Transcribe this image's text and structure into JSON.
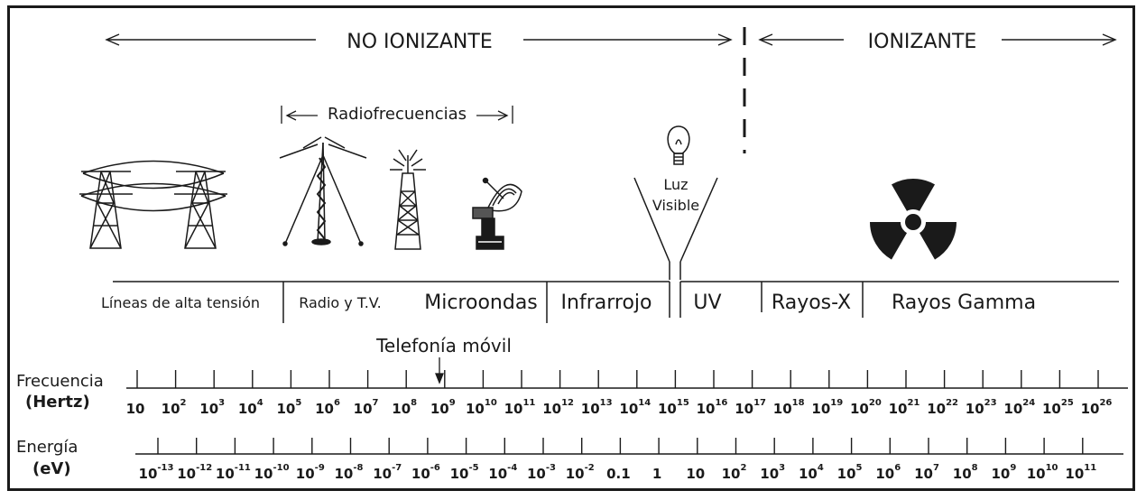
{
  "header": {
    "non_ionizing": "NO IONIZANTE",
    "ionizing": "IONIZANTE",
    "radiofrequencies": "Radiofrecuencias",
    "visible_light": [
      "Luz",
      "Visible"
    ]
  },
  "bands": [
    {
      "label": "Líneas de alta tensión"
    },
    {
      "label": "Radio y T.V."
    },
    {
      "label": "Microondas"
    },
    {
      "label": "Infrarrojo"
    },
    {
      "label": "UV"
    },
    {
      "label": "Rayos-X"
    },
    {
      "label": "Rayos Gamma"
    }
  ],
  "mobile_label": "Telefonía móvil",
  "frequency": {
    "label_line1": "Frecuencia",
    "label_line2": "(Hertz)",
    "ticks": [
      {
        "base": "10",
        "exp": ""
      },
      {
        "base": "10",
        "exp": "2"
      },
      {
        "base": "10",
        "exp": "3"
      },
      {
        "base": "10",
        "exp": "4"
      },
      {
        "base": "10",
        "exp": "5"
      },
      {
        "base": "10",
        "exp": "6"
      },
      {
        "base": "10",
        "exp": "7"
      },
      {
        "base": "10",
        "exp": "8"
      },
      {
        "base": "10",
        "exp": "9"
      },
      {
        "base": "10",
        "exp": "10"
      },
      {
        "base": "10",
        "exp": "11"
      },
      {
        "base": "10",
        "exp": "12"
      },
      {
        "base": "10",
        "exp": "13"
      },
      {
        "base": "10",
        "exp": "14"
      },
      {
        "base": "10",
        "exp": "15"
      },
      {
        "base": "10",
        "exp": "16"
      },
      {
        "base": "10",
        "exp": "17"
      },
      {
        "base": "10",
        "exp": "18"
      },
      {
        "base": "10",
        "exp": "19"
      },
      {
        "base": "10",
        "exp": "20"
      },
      {
        "base": "10",
        "exp": "21"
      },
      {
        "base": "10",
        "exp": "22"
      },
      {
        "base": "10",
        "exp": "23"
      },
      {
        "base": "10",
        "exp": "24"
      },
      {
        "base": "10",
        "exp": "25"
      },
      {
        "base": "10",
        "exp": "26"
      }
    ]
  },
  "energy": {
    "label_line1": "Energía",
    "label_line2": "(eV)",
    "ticks": [
      {
        "base": "10",
        "exp": "-13"
      },
      {
        "base": "10",
        "exp": "-12"
      },
      {
        "base": "10",
        "exp": "-11"
      },
      {
        "base": "10",
        "exp": "-10"
      },
      {
        "base": "10",
        "exp": "-9"
      },
      {
        "base": "10",
        "exp": "-8"
      },
      {
        "base": "10",
        "exp": "-7"
      },
      {
        "base": "10",
        "exp": "-6"
      },
      {
        "base": "10",
        "exp": "-5"
      },
      {
        "base": "10",
        "exp": "-4"
      },
      {
        "base": "10",
        "exp": "-3"
      },
      {
        "base": "10",
        "exp": "-2"
      },
      {
        "base": "0.1",
        "exp": ""
      },
      {
        "base": "1",
        "exp": ""
      },
      {
        "base": "10",
        "exp": ""
      },
      {
        "base": "10",
        "exp": "2"
      },
      {
        "base": "10",
        "exp": "3"
      },
      {
        "base": "10",
        "exp": "4"
      },
      {
        "base": "10",
        "exp": "5"
      },
      {
        "base": "10",
        "exp": "6"
      },
      {
        "base": "10",
        "exp": "7"
      },
      {
        "base": "10",
        "exp": "8"
      },
      {
        "base": "10",
        "exp": "9"
      },
      {
        "base": "10",
        "exp": "10"
      },
      {
        "base": "10",
        "exp": "11"
      }
    ]
  },
  "icons": [
    "power-lines-icon",
    "radio-antenna-icon",
    "tv-tower-icon",
    "satellite-dish-icon",
    "light-bulb-icon",
    "radiation-symbol-icon"
  ]
}
